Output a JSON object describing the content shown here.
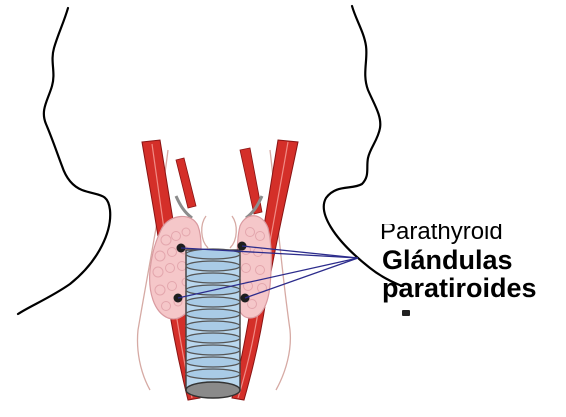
{
  "label": {
    "line1": "Glándulas",
    "line2": "paratiroides",
    "obscured_text": "Parathyroid"
  }
}
